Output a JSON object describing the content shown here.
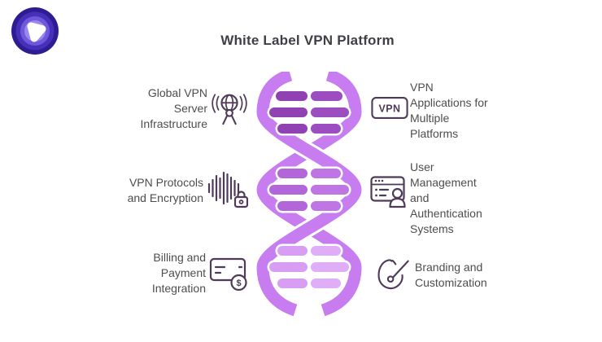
{
  "title": "White Label VPN Platform",
  "features": {
    "left": [
      {
        "label": "Global VPN Server Infrastructure",
        "lines": [
          "Global VPN",
          "Server",
          "Infrastructure"
        ],
        "icon": "global-network-icon"
      },
      {
        "label": "VPN Protocols and Encryption",
        "lines": [
          "VPN Protocols",
          "and Encryption"
        ],
        "icon": "encryption-waveform-lock-icon"
      },
      {
        "label": "Billing and Payment Integration",
        "lines": [
          "Billing and",
          "Payment",
          "Integration"
        ],
        "icon": "credit-card-dollar-icon"
      }
    ],
    "right": [
      {
        "label": "VPN Applications for Multiple Platforms",
        "lines": [
          "VPN",
          "Applications for",
          "Multiple",
          "Platforms"
        ],
        "icon": "vpn-badge-icon"
      },
      {
        "label": "User Management and Authentication Systems",
        "lines": [
          "User",
          "Management",
          "and",
          "Authentication",
          "Systems"
        ],
        "icon": "user-management-icon"
      },
      {
        "label": "Branding and Customization",
        "lines": [
          "Branding and",
          "Customization"
        ],
        "icon": "branding-pen-icon"
      }
    ]
  },
  "icon_text": {
    "vpn_badge": "VPN",
    "dollar": "$"
  },
  "colors": {
    "strand": "#c77def",
    "rung_top_left": "#9041b2",
    "rung_top_right": "#9c4ec0",
    "rung_mid_left": "#b266d9",
    "rung_mid_right": "#bf75e4",
    "rung_bottom_left": "#d79ef4",
    "rung_bottom_right": "#e0aef7",
    "icon_stroke": "#503a59",
    "text": "#4d4d4d",
    "title": "#3f3f46",
    "logo_outer": "#2e1d91",
    "logo_ring2": "#4630bb",
    "logo_ring3": "#6f58da",
    "logo_ring4": "#9a88ef"
  }
}
